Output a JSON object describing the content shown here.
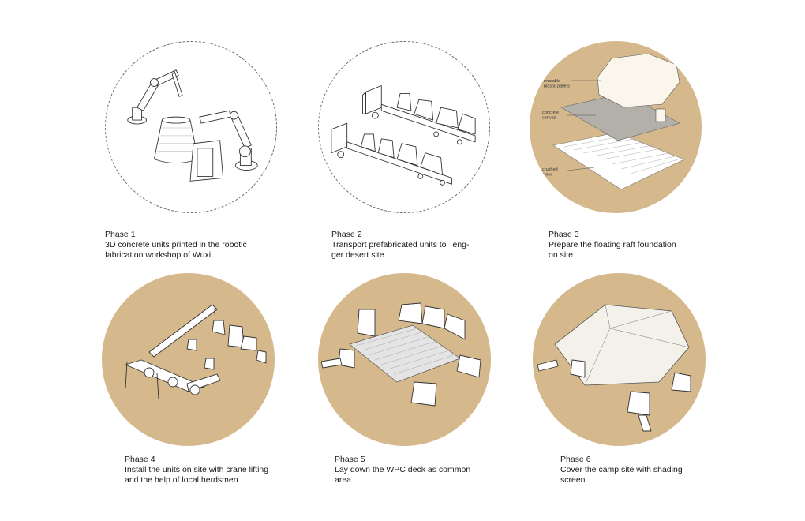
{
  "phases": [
    {
      "title": "Phase 1",
      "description": "3D concrete units printed in the robotic\nfabrication workshop of Wuxi"
    },
    {
      "title": "Phase 2",
      "description": "Transport prefabricated units to Teng-\nger desert site"
    },
    {
      "title": "Phase 3",
      "description": "Prepare the floating raft foundation\non site"
    },
    {
      "title": "Phase 4",
      "description": "Install the units on site with crane lifting\nand the help of local herdsmen"
    },
    {
      "title": "Phase 5",
      "description": "Lay down the WPC deck as common\narea"
    },
    {
      "title": "Phase 6",
      "description": "Cover the camp site with shading\nscreen"
    }
  ],
  "phase3_labels": {
    "pallets": "reusable\nplastic pallets",
    "canvas": "concrete\ncanvas",
    "stone": "crushed\nstone"
  },
  "colors": {
    "sand": "#d5b98c",
    "dashed_outline": "#6f6f6f"
  }
}
